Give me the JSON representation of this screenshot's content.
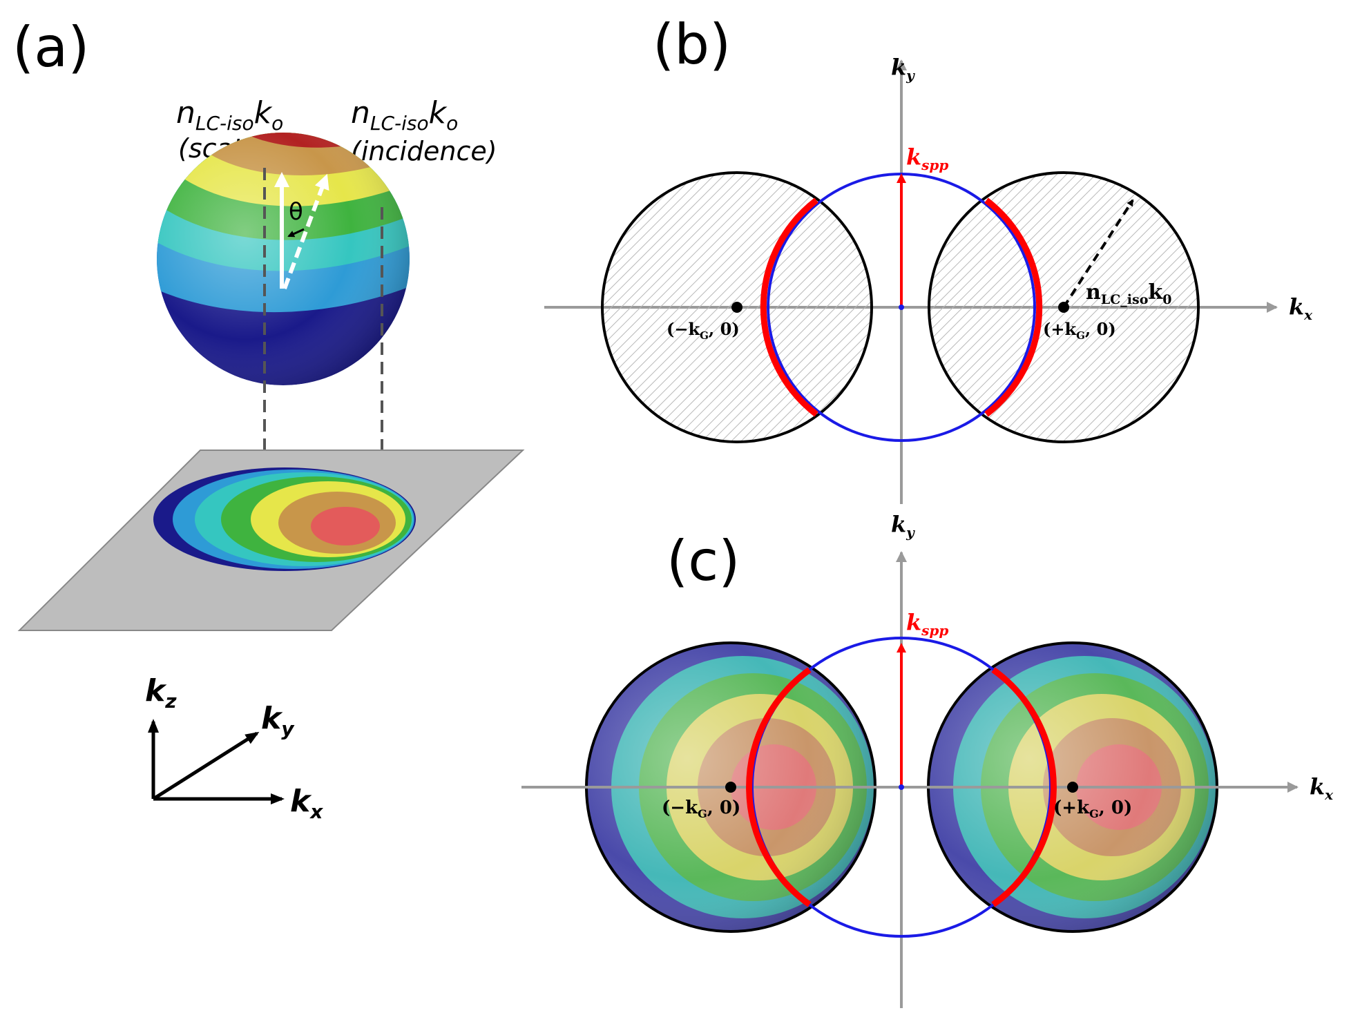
{
  "panels": {
    "a": {
      "label": "(a)",
      "scattered": {
        "symbol": "n",
        "subscript": "LC-iso",
        "k": "k",
        "k_subscript": "o",
        "note": "(scattered)"
      },
      "incidence": {
        "symbol": "n",
        "subscript": "LC-iso",
        "k": "k",
        "k_subscript": "o",
        "note": "(incidence)"
      },
      "angle": "θ",
      "axes": {
        "kz": "k",
        "kz_sub": "z",
        "ky": "k",
        "ky_sub": "y",
        "kx": "k",
        "kx_sub": "x"
      },
      "band_colors": [
        "#1a1a8a",
        "#2e9bd6",
        "#35c6c0",
        "#3fb33f",
        "#e6e64a",
        "#c8964a",
        "#e35b5b"
      ]
    },
    "b": {
      "label": "(b)",
      "ky": "k",
      "ky_sub": "y",
      "kx": "k",
      "kx_sub": "x",
      "kspp": "k",
      "kspp_sub": "spp",
      "left_point": "(−k",
      "left_point_sub": "G",
      "left_point_end": ", 0)",
      "right_point": "(+k",
      "right_point_sub": "G",
      "right_point_end": ", 0)",
      "radius_label": "n",
      "radius_label_sub": "LC_iso",
      "radius_label_k": "k",
      "radius_label_k_sub": "0"
    },
    "c": {
      "label": "(c)",
      "ky": "k",
      "ky_sub": "y",
      "kx": "k",
      "kx_sub": "x",
      "kspp": "k",
      "kspp_sub": "spp",
      "left_point": "(−k",
      "left_point_sub": "G",
      "left_point_end": ", 0)",
      "right_point": "(+k",
      "right_point_sub": "G",
      "right_point_end": ", 0)"
    }
  },
  "colors": {
    "spp_circle": "#1a1ae6",
    "spp_arc": "#ff0000",
    "axis": "#9a9a9a",
    "plane": "#bdbdbd"
  }
}
